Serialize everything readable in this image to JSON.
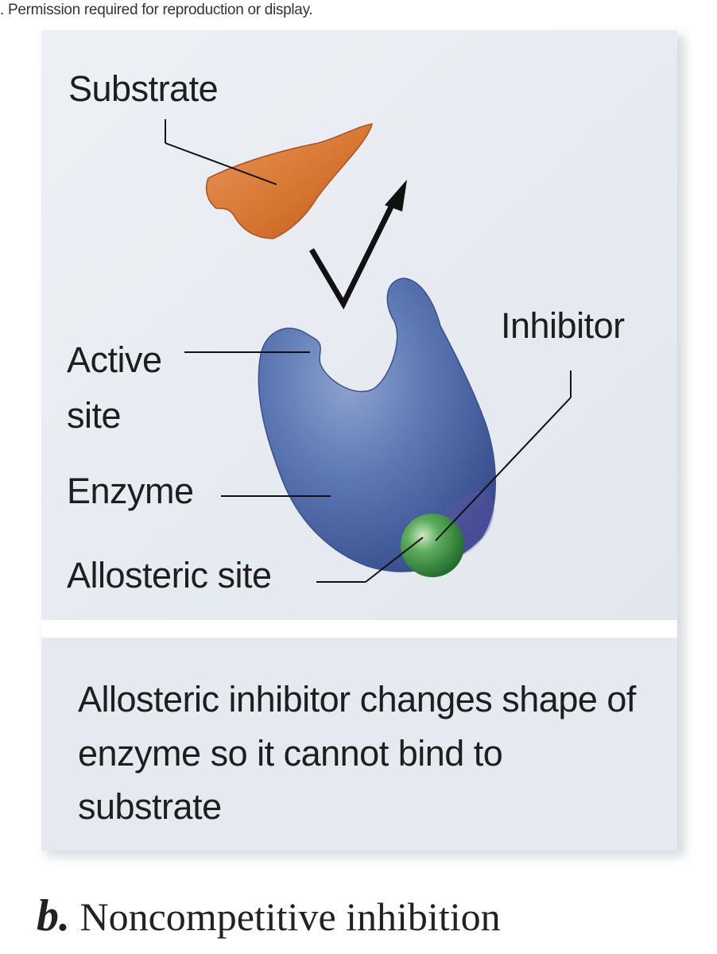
{
  "header": {
    "permission_text": ". Permission required for reproduction or display."
  },
  "labels": {
    "substrate": "Substrate",
    "active_site": "Active site",
    "enzyme": "Enzyme",
    "allosteric_site": "Allosteric site",
    "inhibitor": "Inhibitor"
  },
  "caption": "Allosteric inhibitor changes shape of enzyme so it cannot bind to substrate",
  "figure": {
    "letter": "b.",
    "title": "Noncompetitive inhibition"
  },
  "colors": {
    "panel_background": "#e8ecf2",
    "substrate": "#d9793a",
    "enzyme": "#4f6aa6",
    "inhibitor": "#2f8a3e"
  }
}
